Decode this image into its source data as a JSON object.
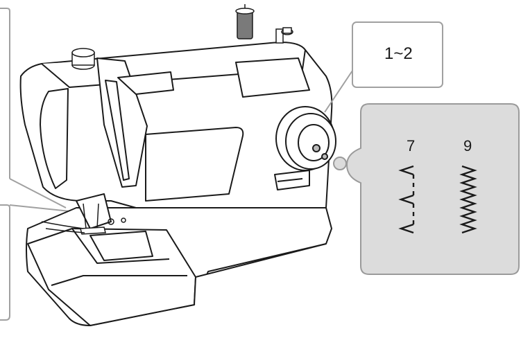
{
  "callouts": {
    "dial_setting": "1~2"
  },
  "stitch_patterns": [
    {
      "number": "7",
      "pattern": "blind-hem-stitch"
    },
    {
      "number": "9",
      "pattern": "elastic-zigzag-stitch"
    }
  ],
  "colors": {
    "panel": "#dcdcdc",
    "panel_border": "#9a9a9a",
    "line": "#1a1a1a",
    "leader_line": "#a0a0a0",
    "spool": "#7a7a7a"
  }
}
